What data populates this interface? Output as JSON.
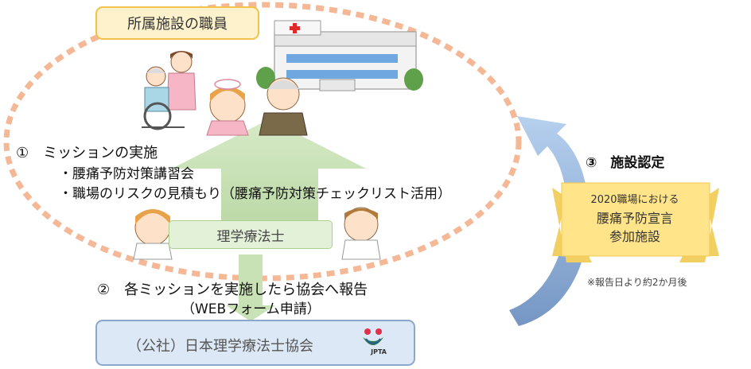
{
  "staff": {
    "label": "所属施設の職員"
  },
  "hospital": {
    "sign": "HOSPITAL"
  },
  "mission": {
    "title": "①　ミッションの実施",
    "items": [
      "・腰痛予防対策講習会",
      "・職場のリスクの見積もり（腰痛予防対策チェックリスト活用）"
    ]
  },
  "pt": {
    "label": "理学療法士"
  },
  "report": {
    "line1": "②　各ミッションを実施したら協会へ報告",
    "line2": "（WEBフォーム申請）"
  },
  "association": {
    "name": "（公社）日本理学療法士協会",
    "logo_text": "JPTA"
  },
  "certification": {
    "label": "③　施設認定",
    "banner": [
      "2020職場における",
      "腰痛予防宣言",
      "参加施設"
    ],
    "note": "※報告日より約2か月後"
  },
  "colors": {
    "ellipse_dash": "#f4b896",
    "green_arrow": "#c9e2b5",
    "blue_arrow": "#a9c4e4",
    "banner": "#ffe48a"
  }
}
